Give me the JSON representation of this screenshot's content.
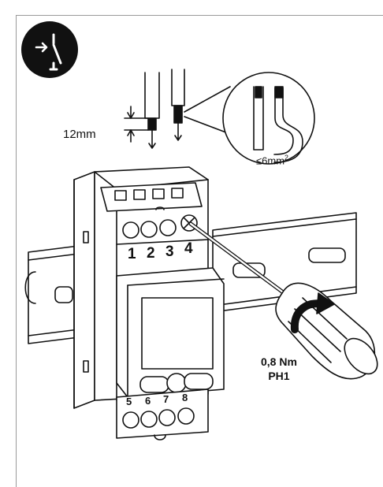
{
  "labels": {
    "strip_length": "12mm",
    "wire_section_symbol": "≤",
    "wire_section_value": "6mm",
    "wire_section_exp": "2",
    "torque": "0,8 Nm",
    "screwdriver": "PH1"
  },
  "terminals_top": [
    "1",
    "2",
    "3",
    "4"
  ],
  "terminals_bottom": [
    "5",
    "6",
    "7",
    "8"
  ],
  "icons": {
    "warning": "disconnect-power-icon"
  },
  "colors": {
    "stroke": "#111111",
    "frame": "#999999",
    "fill": "#ffffff"
  }
}
